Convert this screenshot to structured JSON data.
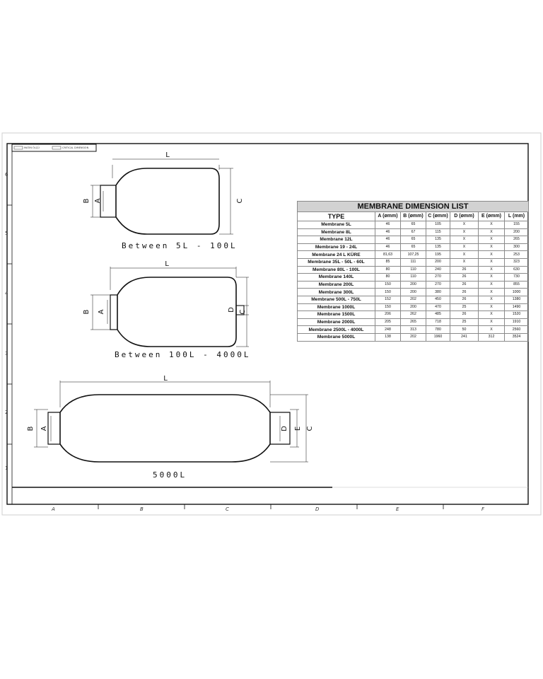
{
  "legend": {
    "items": [
      "MATIN ÖLÇÜ",
      "CRITICAL DIMENSION"
    ]
  },
  "grid": {
    "rows": [
      "6",
      "5",
      "4",
      "3",
      "2",
      "1"
    ],
    "columns": [
      "A",
      "B",
      "C",
      "D",
      "E",
      "F"
    ]
  },
  "drawings": [
    {
      "caption": "Between 5L - 100L",
      "labels": {
        "length": "L",
        "outer_port": "B",
        "inner_port": "A",
        "diameter": "C"
      }
    },
    {
      "caption": "Between 100L - 4000L",
      "labels": {
        "length": "L",
        "outer_port": "B",
        "inner_port": "A",
        "bottom_port": "D",
        "diameter": "C"
      }
    },
    {
      "caption": "5000L",
      "labels": {
        "length": "L",
        "outer_port": "B",
        "inner_port": "A",
        "right_inner": "D",
        "right_outer": "E",
        "diameter": "C"
      }
    }
  ],
  "table": {
    "title": "MEMBRANE DIMENSION LIST",
    "columns": [
      "TYPE",
      "A (ømm)",
      "B (ømm)",
      "C (ømm)",
      "D (ømm)",
      "E (ømm)",
      "L (mm)"
    ],
    "rows": [
      [
        "Membrane 5L",
        "46",
        "65",
        "105",
        "X",
        "X",
        "155"
      ],
      [
        "Membrane 8L",
        "46",
        "67",
        "115",
        "X",
        "X",
        "200"
      ],
      [
        "Membrane 12L",
        "46",
        "65",
        "135",
        "X",
        "X",
        "265"
      ],
      [
        "Membrane 19 - 24L",
        "46",
        "65",
        "135",
        "X",
        "X",
        "300"
      ],
      [
        "Membrane 24 L KÜRE",
        "81,63",
        "107,25",
        "195",
        "X",
        "X",
        "253"
      ],
      [
        "Membrane 35L - 50L - 60L",
        "85",
        "111",
        "200",
        "X",
        "X",
        "323"
      ],
      [
        "Membrane 80L - 100L",
        "80",
        "110",
        "240",
        "26",
        "X",
        "630"
      ],
      [
        "Membrane 140L",
        "80",
        "110",
        "270",
        "26",
        "X",
        "730"
      ],
      [
        "Membrane 200L",
        "150",
        "200",
        "270",
        "26",
        "X",
        "855"
      ],
      [
        "Membrane  300L",
        "150",
        "200",
        "380",
        "26",
        "X",
        "1000"
      ],
      [
        "Membrane 500L - 750L",
        "152",
        "202",
        "450",
        "26",
        "X",
        "1380"
      ],
      [
        "Membrane 1000L",
        "150",
        "200",
        "470",
        "25",
        "X",
        "1490"
      ],
      [
        "Membrane 1500L",
        "206",
        "262",
        "485",
        "26",
        "X",
        "1520"
      ],
      [
        "Membrane 2000L",
        "205",
        "265",
        "718",
        "25",
        "X",
        "1910"
      ],
      [
        "Membrane 2500L - 4000L",
        "248",
        "313",
        "780",
        "50",
        "X",
        "2560"
      ],
      [
        "Membrane 5000L",
        "138",
        "202",
        "1960",
        "241",
        "312",
        "3524"
      ]
    ]
  }
}
